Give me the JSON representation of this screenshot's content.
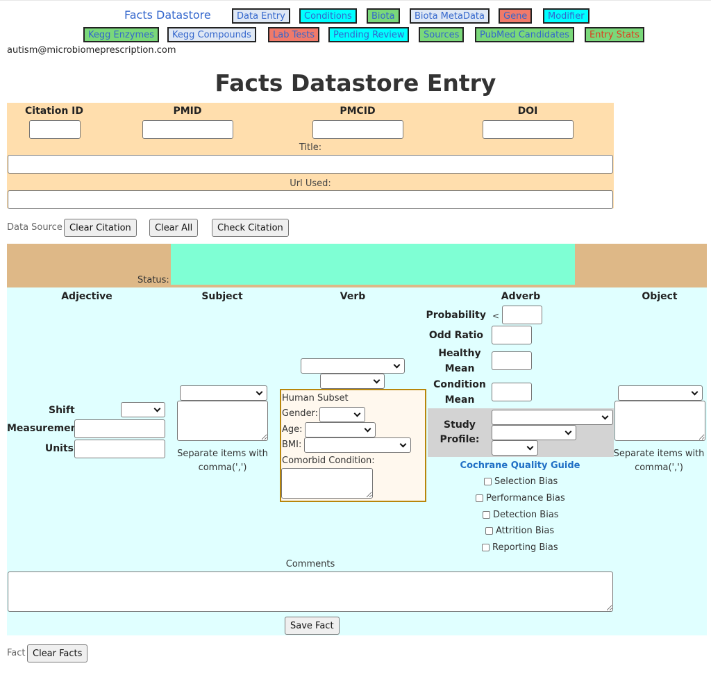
{
  "nav": {
    "home": "Facts Datastore",
    "links": [
      {
        "label": "Data Entry"
      },
      {
        "label": "Conditions"
      },
      {
        "label": "Biota"
      },
      {
        "label": "Biota MetaData"
      },
      {
        "label": "Gene"
      },
      {
        "label": "Modifier"
      },
      {
        "label": "Kegg Enzymes"
      },
      {
        "label": "Kegg Compounds"
      },
      {
        "label": "Lab Tests"
      },
      {
        "label": "Pending Review"
      },
      {
        "label": "Sources"
      },
      {
        "label": "PubMed Candidates"
      },
      {
        "label": "Entry Stats"
      }
    ],
    "colors": {
      "blue": "#dfe8f5",
      "cyan": "#00ffff",
      "green": "#7ad87a",
      "red": "#f07a6a"
    }
  },
  "user": {
    "email": "autism@microbiomeprescription.com"
  },
  "page": {
    "title": "Facts Datastore Entry"
  },
  "citation": {
    "citation_id_label": "Citation ID",
    "pmid_label": "PMID",
    "pmcid_label": "PMCID",
    "doi_label": "DOI",
    "title_label": "Title:",
    "url_label": "Url Used:",
    "background": "#ffdead"
  },
  "data_source": {
    "label": "Data Source",
    "clear_citation": "Clear Citation",
    "clear_all": "Clear All",
    "check_citation": "Check Citation"
  },
  "status": {
    "label": "Status:",
    "band_color": "#deb887",
    "indicator_color": "#7fffd4"
  },
  "fact": {
    "background": "#e0ffff",
    "columns": {
      "adjective": "Adjective",
      "subject": "Subject",
      "verb": "Verb",
      "adverb": "Adverb",
      "object": "Object"
    },
    "adjective": {
      "shift": "Shift",
      "measurement": "Measurement",
      "units": "Units"
    },
    "subject": {
      "note": "Separate items with comma(',')"
    },
    "object": {
      "note": "Separate items with comma(',')"
    },
    "human_subset": {
      "title": "Human Subset",
      "gender": "Gender:",
      "age": "Age:",
      "bmi": "BMI:",
      "comorbid": "Comorbid Condition:"
    },
    "adverb": {
      "probability": "Probability",
      "probability_symbol": "<",
      "odd_ratio": "Odd Ratio",
      "healthy_mean_1": "Healthy",
      "healthy_mean_2": "Mean",
      "condition_mean_1": "Condition",
      "condition_mean_2": "Mean",
      "study_profile_1": "Study",
      "study_profile_2": "Profile:"
    },
    "cochrane": {
      "title": "Cochrane Quality Guide",
      "items": [
        "Selection Bias",
        "Performance Bias",
        "Detection Bias",
        "Attrition Bias",
        "Reporting Bias"
      ]
    },
    "comments_label": "Comments",
    "save_button": "Save Fact"
  },
  "footer": {
    "fact_label": "Fact",
    "clear_facts": "Clear Facts"
  }
}
